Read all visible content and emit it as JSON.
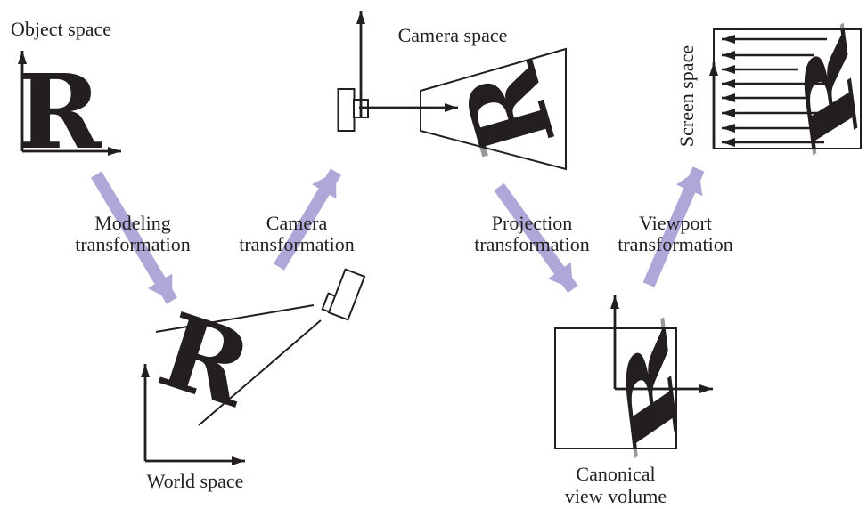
{
  "figure": {
    "glyph": "R",
    "spaces": {
      "object": {
        "label": "Object space"
      },
      "world": {
        "label": "World space"
      },
      "camera": {
        "label": "Camera space"
      },
      "canonical": {
        "label_line1": "Canonical",
        "label_line2": "view volume"
      },
      "screen": {
        "label": "Screen space",
        "scanline_count": 8
      }
    },
    "transforms": {
      "modeling": {
        "line1": "Modeling",
        "line2": "transformation"
      },
      "camera": {
        "line1": "Camera",
        "line2": "transformation"
      },
      "projection": {
        "line1": "Projection",
        "line2": "transformation"
      },
      "viewport": {
        "line1": "Viewport",
        "line2": "transformation"
      }
    },
    "colors": {
      "object_fill": "#E9A763",
      "transform_arrow": "#ADA8D7",
      "line": "#231F20"
    }
  }
}
